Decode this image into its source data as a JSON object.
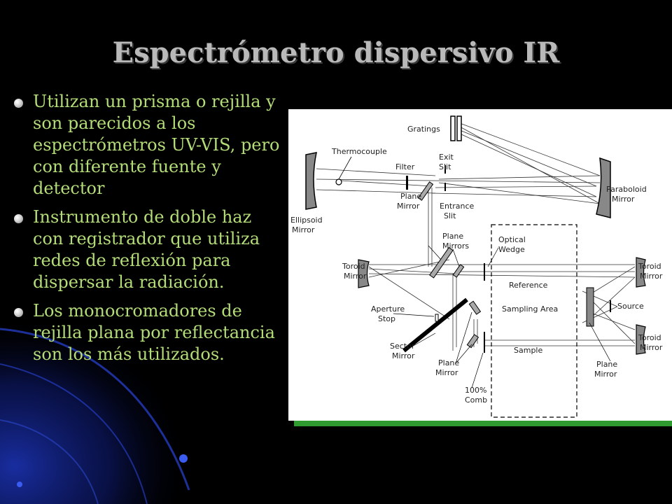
{
  "slide": {
    "title": "Espectrómetro dispersivo IR",
    "bullets": [
      "Utilizan un prisma o rejilla y son parecidos a los espectrómetros UV-VIS, pero con diferente fuente y detector",
      "Instrumento de doble haz con registrador que utiliza redes de reflexión para  dispersar la radiación.",
      "Los monocromadores de rejilla plana por reflectancia son los más utilizados."
    ]
  },
  "diagram": {
    "labels": {
      "gratings": "Gratings",
      "thermocouple": "Thermocouple",
      "exit_slit_1": "Exit",
      "exit_slit_2": "Slit",
      "filter": "Filter",
      "paraboloid_1": "Paraboloid",
      "paraboloid_2": "Mirror",
      "plane_mirror_top_1": "Plane",
      "plane_mirror_top_2": "Mirror",
      "entrance_slit_1": "Entrance",
      "entrance_slit_2": "Slit",
      "ellipsoid_1": "Ellipsoid",
      "ellipsoid_2": "Mirror",
      "plane_mirrors_1": "Plane",
      "plane_mirrors_2": "Mirrors",
      "optical_wedge_1": "Optical",
      "optical_wedge_2": "Wedge",
      "toroid_left_1": "Toroid",
      "toroid_left_2": "Mirror",
      "toroid_right_top_1": "Toroid",
      "toroid_right_top_2": "Mirror",
      "reference": "Reference",
      "source": "Source",
      "sampling_area": "Sampling Area",
      "aperture_1": "Aperture",
      "aperture_2": "Stop",
      "toroid_right_bottom_1": "Toroid",
      "toroid_right_bottom_2": "Mirror",
      "sample": "Sample",
      "sector_1": "Sector",
      "sector_2": "Mirror",
      "plane_mirror_bottom_1": "Plane",
      "plane_mirror_bottom_2": "Mirror",
      "plane_mirror_right_1": "Plane",
      "plane_mirror_right_2": "Mirror",
      "comb_1": "100%",
      "comb_2": "Comb"
    }
  }
}
